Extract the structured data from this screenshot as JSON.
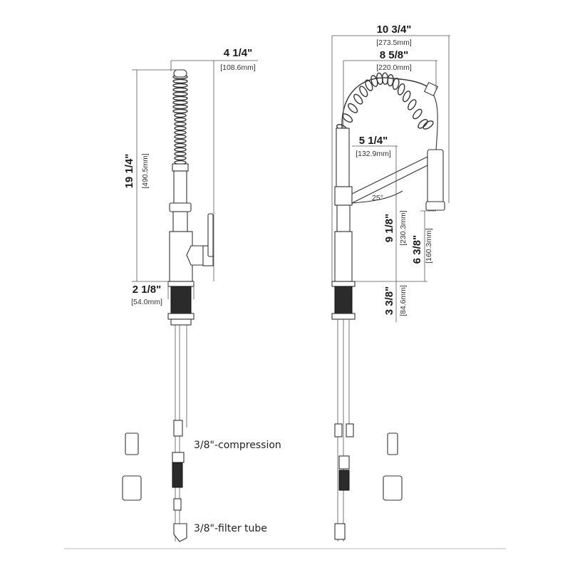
{
  "left_view": {
    "width_in": "4 1/4\"",
    "width_mm": "[108.6mm]",
    "height_in": "19 1/4\"",
    "height_mm": "[490.5mm]",
    "base_in": "2 1/8\"",
    "base_mm": "[54.0mm]",
    "label_compression": "3/8\"-compression",
    "label_filter": "3/8\"-filter tube"
  },
  "right_view": {
    "overall_width_in": "10 3/4\"",
    "overall_width_mm": "[273.5mm]",
    "arc_width_in": "8 5/8\"",
    "arc_width_mm": "[220.0mm]",
    "lever_in": "5 1/4\"",
    "lever_mm": "[132.9mm]",
    "angle": "25°",
    "lever_height_in": "9 1/8\"",
    "lever_height_mm": "[230.3mm]",
    "spout_height_in": "6 3/8\"",
    "spout_height_mm": "[160.3mm]",
    "shank_in": "3 3/8\"",
    "shank_mm": "[84.6mm]"
  }
}
